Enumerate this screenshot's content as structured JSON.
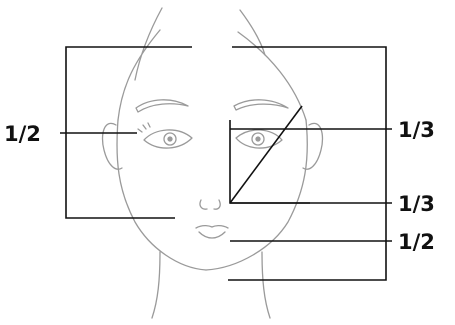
{
  "labels": {
    "left_half": "1/2",
    "right_top_third": "1/3",
    "right_mid_third": "1/3",
    "right_lower_half": "1/2"
  },
  "colors": {
    "measure_line": "#111111",
    "sketch_line": "#9a9a9a",
    "background": "#ffffff"
  }
}
